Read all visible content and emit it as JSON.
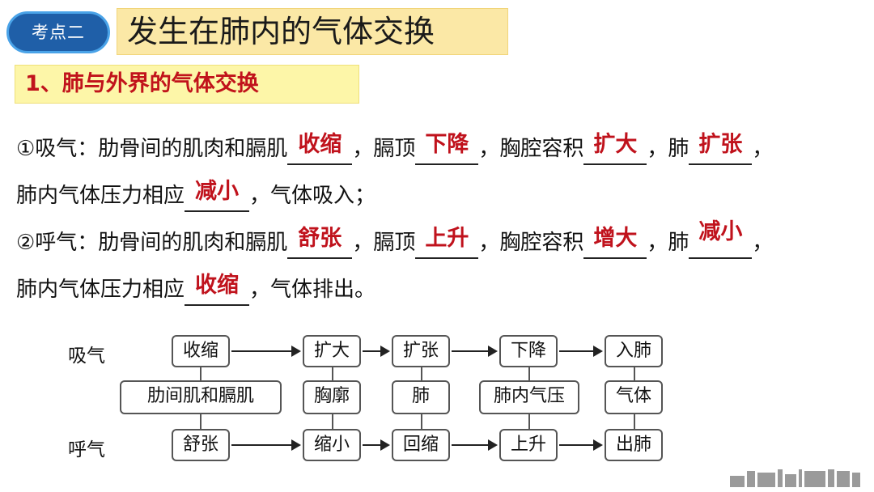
{
  "header": {
    "badge": "考点二",
    "title": "发生在肺内的气体交换",
    "subtitle": "1、肺与外界的气体交换"
  },
  "inhale": {
    "prefix": "①吸气：肋骨间的肌肉和膈肌",
    "a1": "收缩",
    "t1": "，膈顶",
    "a2": "下降",
    "t2": "，胸腔容积",
    "a3": "扩大",
    "t3": "，肺",
    "a4": "扩张",
    "t4": "，",
    "line2_prefix": "肺内气体压力相应",
    "a5": "减小",
    "line2_suffix": "，气体吸入；"
  },
  "exhale": {
    "prefix": "②呼气：肋骨间的肌肉和膈肌",
    "a1": "舒张",
    "t1": "，膈顶",
    "a2": "上升",
    "t2": "，胸腔容积",
    "a3": "增大",
    "t3": "，肺",
    "a4": "减小",
    "t4": "，",
    "line2_prefix": "肺内气体压力相应",
    "a5": "收缩",
    "line2_suffix": "，气体排出。"
  },
  "diagram": {
    "inhale_label": "吸气",
    "exhale_label": "呼气",
    "top_row": [
      "收缩",
      "扩大",
      "扩张",
      "下降",
      "入肺"
    ],
    "middle_row": [
      "肋间肌和膈肌",
      "胸廓",
      "肺",
      "肺内气压",
      "气体"
    ],
    "bottom_row": [
      "舒张",
      "缩小",
      "回缩",
      "上升",
      "出肺"
    ]
  },
  "colors": {
    "answer": "#c0121c",
    "badge": "#1f5fa8",
    "title_bg": "#fbe8a6",
    "subtitle_text": "#c1131b"
  }
}
